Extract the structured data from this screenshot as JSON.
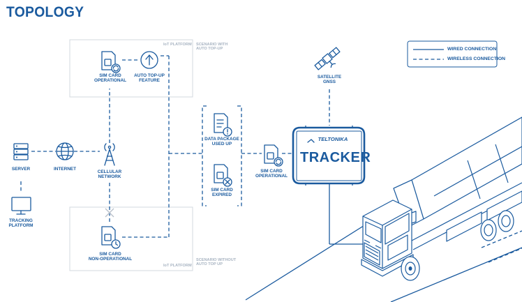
{
  "title": "TOPOLOGY",
  "legend": {
    "wired": "WIRED CONNECTION",
    "wireless": "WIRELESS CONNECTION"
  },
  "groups": {
    "top_platform": "IoT PLATFORM",
    "top_scenario": "SCENARIO WITH\nAUTO TOP-UP",
    "bottom_platform": "IoT PLATFORM",
    "bottom_scenario": "SCENARIO WITHOUT\nAUTO TOP UP"
  },
  "nodes": {
    "sim_operational_top": "SIM CARD\nOPERATIONAL",
    "auto_topup": "AUTO TOP-UP\nFEATURE",
    "satellite": "SATELLITE\nGNSS",
    "server": "SERVER",
    "internet": "INTERNET",
    "cellular": "CELLULAR\nNETWORK",
    "tracking_platform": "TRACKING\nPLATFORM",
    "data_package": "DATA PACKAGE\nUSED UP",
    "sim_expired": "SIM CARD\nEXPIRED",
    "sim_operational_mid": "SIM CARD\nOPERATIONAL",
    "sim_non_operational": "SIM CARD\nNON-OPERATIONAL"
  },
  "device": {
    "brand": "TELTONIKA",
    "name": "TRACKER"
  },
  "colors": {
    "primary": "#1a5a9e",
    "group_border": "#d3d8df",
    "group_label": "#a8b4c2",
    "cross": "#b8c0ca"
  }
}
